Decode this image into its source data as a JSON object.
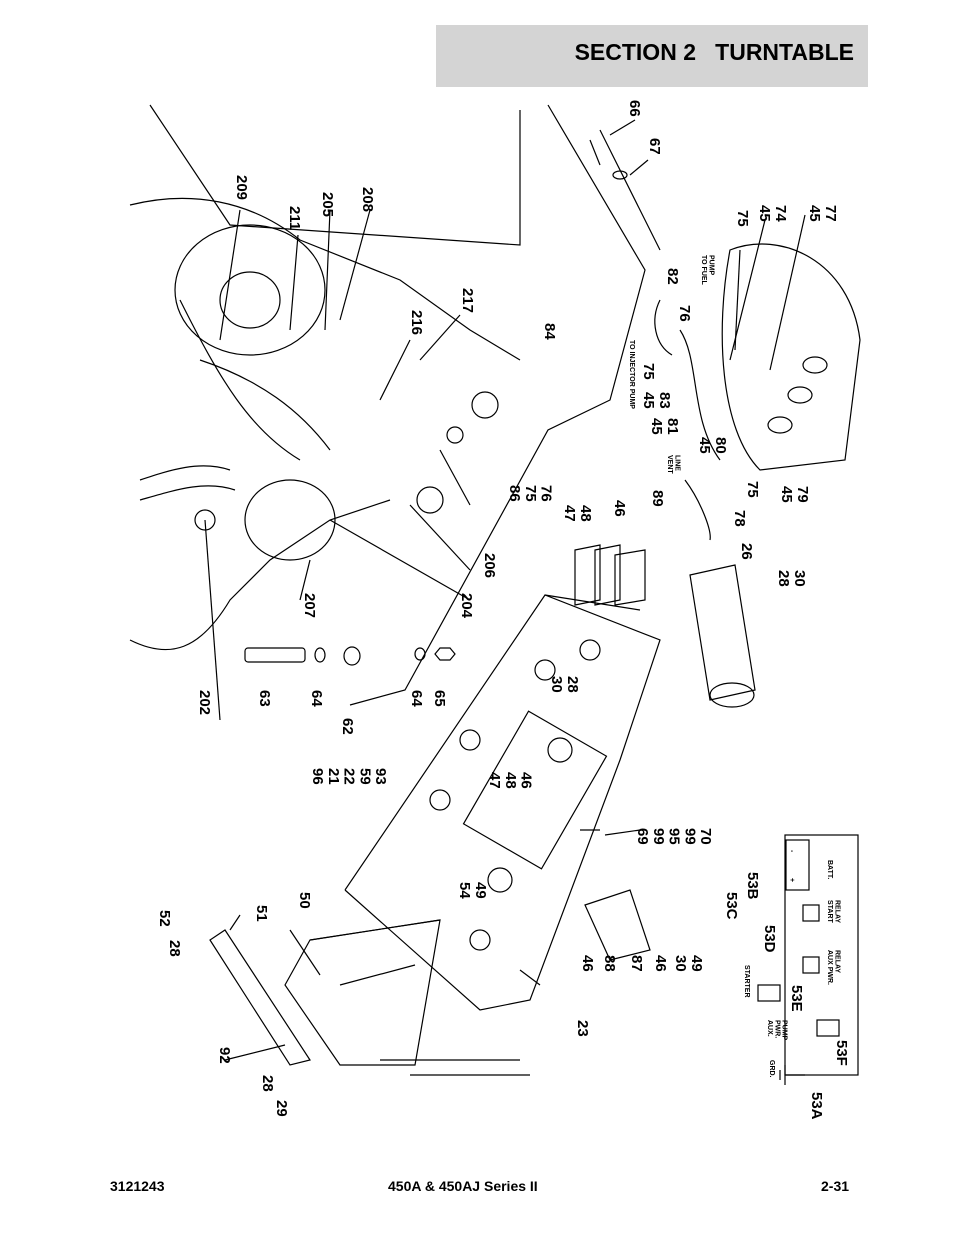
{
  "header": {
    "title": "SECTION 2   TURNTABLE"
  },
  "footer": {
    "doc_number": "3121243",
    "series": "450A & 450AJ Series II",
    "page": "2-31"
  },
  "callouts": [
    {
      "id": "66",
      "text": "66"
    },
    {
      "id": "67",
      "text": "67"
    },
    {
      "id": "209",
      "text": "209"
    },
    {
      "id": "211",
      "text": "211"
    },
    {
      "id": "205",
      "text": "205"
    },
    {
      "id": "208",
      "text": "208"
    },
    {
      "id": "216",
      "text": "216"
    },
    {
      "id": "217",
      "text": "217"
    },
    {
      "id": "84",
      "text": "84"
    },
    {
      "id": "82",
      "text": "82"
    },
    {
      "id": "75a",
      "text": "75"
    },
    {
      "id": "45_74",
      "text": "45\n74"
    },
    {
      "id": "45_77",
      "text": "45\n77"
    },
    {
      "id": "76",
      "text": "76"
    },
    {
      "id": "75b",
      "text": "75"
    },
    {
      "id": "45_83",
      "text": "45\n83"
    },
    {
      "id": "45_81",
      "text": "45\n81"
    },
    {
      "id": "45_80",
      "text": "45\n80"
    },
    {
      "id": "75c",
      "text": "75"
    },
    {
      "id": "45_79",
      "text": "45\n79"
    },
    {
      "id": "78",
      "text": "78"
    },
    {
      "id": "89",
      "text": "89"
    },
    {
      "id": "86_75_76",
      "text": "86\n75\n76"
    },
    {
      "id": "47_48",
      "text": "47\n48"
    },
    {
      "id": "46a",
      "text": "46"
    },
    {
      "id": "206",
      "text": "206"
    },
    {
      "id": "204",
      "text": "204"
    },
    {
      "id": "207",
      "text": "207"
    },
    {
      "id": "26",
      "text": "26"
    },
    {
      "id": "28_30a",
      "text": "28\n30"
    },
    {
      "id": "202",
      "text": "202"
    },
    {
      "id": "63",
      "text": "63"
    },
    {
      "id": "64a",
      "text": "64"
    },
    {
      "id": "62",
      "text": "62"
    },
    {
      "id": "64b",
      "text": "64"
    },
    {
      "id": "65",
      "text": "65"
    },
    {
      "id": "30_28",
      "text": "30\n28"
    },
    {
      "id": "96_93",
      "text": "96\n21\n22\n59\n93"
    },
    {
      "id": "47_48_46",
      "text": "47\n48\n46"
    },
    {
      "id": "69_70",
      "text": "69\n99\n95\n99\n70"
    },
    {
      "id": "54_49",
      "text": "54\n49"
    },
    {
      "id": "52",
      "text": "52"
    },
    {
      "id": "28a",
      "text": "28"
    },
    {
      "id": "51",
      "text": "51"
    },
    {
      "id": "50",
      "text": "50"
    },
    {
      "id": "92",
      "text": "92"
    },
    {
      "id": "28b",
      "text": "28"
    },
    {
      "id": "29",
      "text": "29"
    },
    {
      "id": "23",
      "text": "23"
    },
    {
      "id": "46b",
      "text": "46"
    },
    {
      "id": "88",
      "text": "88"
    },
    {
      "id": "87",
      "text": "87"
    },
    {
      "id": "46c",
      "text": "46"
    },
    {
      "id": "30_49",
      "text": "30\n49"
    },
    {
      "id": "53c",
      "text": "53C"
    },
    {
      "id": "53b",
      "text": "53B"
    },
    {
      "id": "53d",
      "text": "53D"
    },
    {
      "id": "53e",
      "text": "53E"
    },
    {
      "id": "53f",
      "text": "53F"
    },
    {
      "id": "53a",
      "text": "53A"
    }
  ],
  "diagram_labels": {
    "to_fuel_pump": "TO FUEL\nPUMP",
    "to_injector_pump": "TO INJECTOR PUMP",
    "vent_line": "VENT\nLINE",
    "starter": "STARTER",
    "aux_pwr_pump": "AUX.\nPWR.\nPUMP",
    "grd": "GRD.",
    "aux_pwr_relay": "AUX PWR.\nRELAY",
    "start_relay": "START\nRELAY",
    "batt": "BATT.",
    "plus": "+",
    "minus": "-"
  }
}
